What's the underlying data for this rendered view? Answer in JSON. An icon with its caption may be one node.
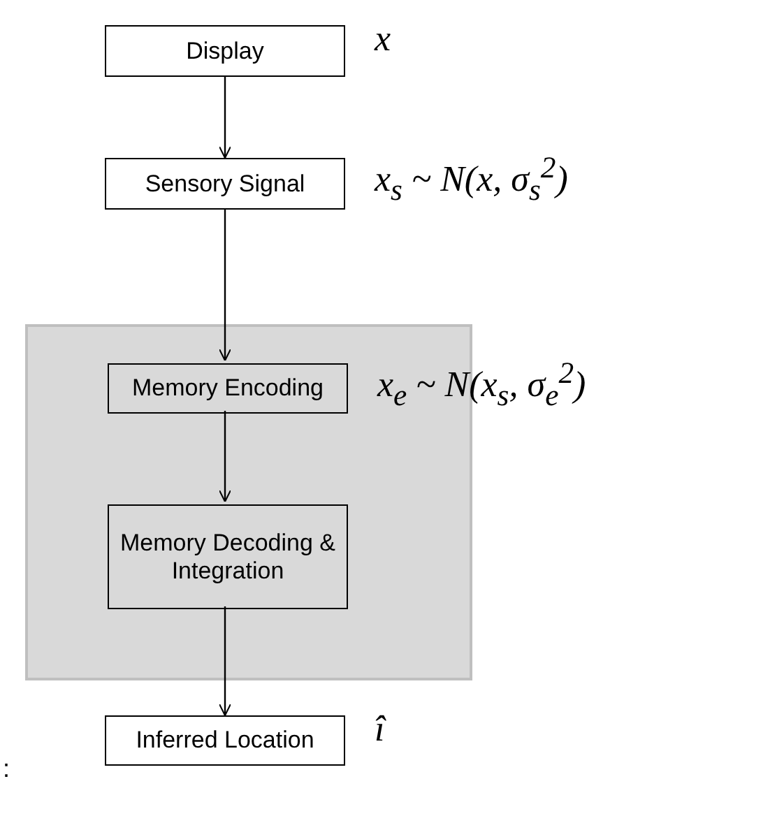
{
  "diagram": {
    "nodes": [
      {
        "text": [
          "Display"
        ],
        "beside": [
          "x"
        ]
      },
      {
        "text": [
          "Sensory Signal"
        ],
        "beside": [
          "x$_{s}$ ~ *N*(x, *σ*$_{s}$$^{2}$)"
        ]
      },
      {
        "text": [],
        "shape": "box"
      },
      {
        "text": [
          "Memory Encoding"
        ],
        "in": 2,
        "beside": [
          "x$_{e}$ ~ *N*(x$_{s}$, *σ*$_{e}$$^{2}$)"
        ]
      },
      {
        "text": [
          "Memory Decoding & Integration"
        ],
        "in": 2
      },
      {
        "text": [
          "Inferred Location"
        ],
        "beside": [
          "î"
        ]
      }
    ],
    "edges": [
      {
        "from": 0,
        "to": 1,
        "arrow": "to"
      },
      {
        "from": 1,
        "to": 3,
        "arrow": "to"
      },
      {
        "from": 3,
        "to": 4,
        "arrow": "to"
      },
      {
        "from": 4,
        "to": 5,
        "arrow": "to"
      }
    ],
    "labels": [
      ":"
    ]
  }
}
